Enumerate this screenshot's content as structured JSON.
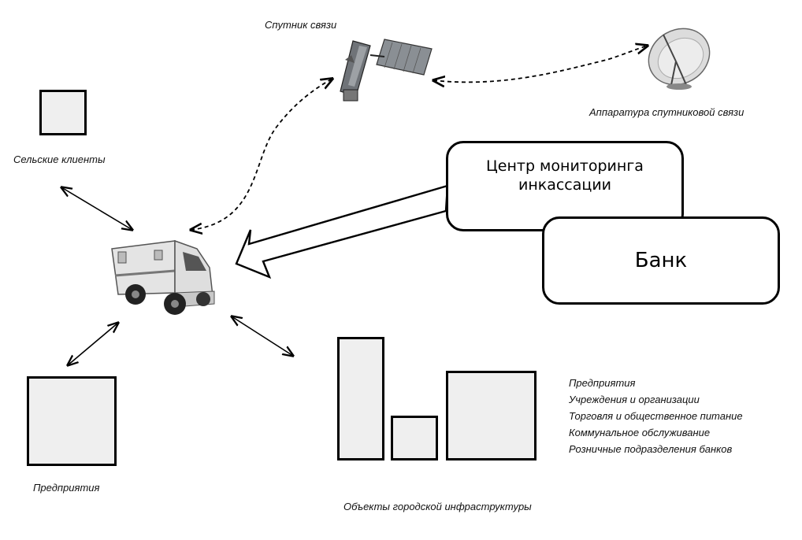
{
  "labels": {
    "satellite": "Спутник связи",
    "satellite_equipment": "Аппаратура спутниковой  связи",
    "rural_clients": "Сельские  клиенты",
    "enterprises": "Предприятия",
    "city_infrastructure": "Объекты городской инфраструктуры"
  },
  "nodes": {
    "monitoring_center": "Центр мониторинга инкассации",
    "bank": "Банк"
  },
  "infrastructure_list": [
    "Предприятия",
    "Учреждения и организации",
    "Торговля и общественное питание",
    "Коммунальное обслуживание",
    "Розничные подразделения банков"
  ],
  "icons": {
    "satellite": "satellite-icon",
    "dish": "satellite-dish-icon",
    "vehicle": "armored-truck-icon"
  }
}
